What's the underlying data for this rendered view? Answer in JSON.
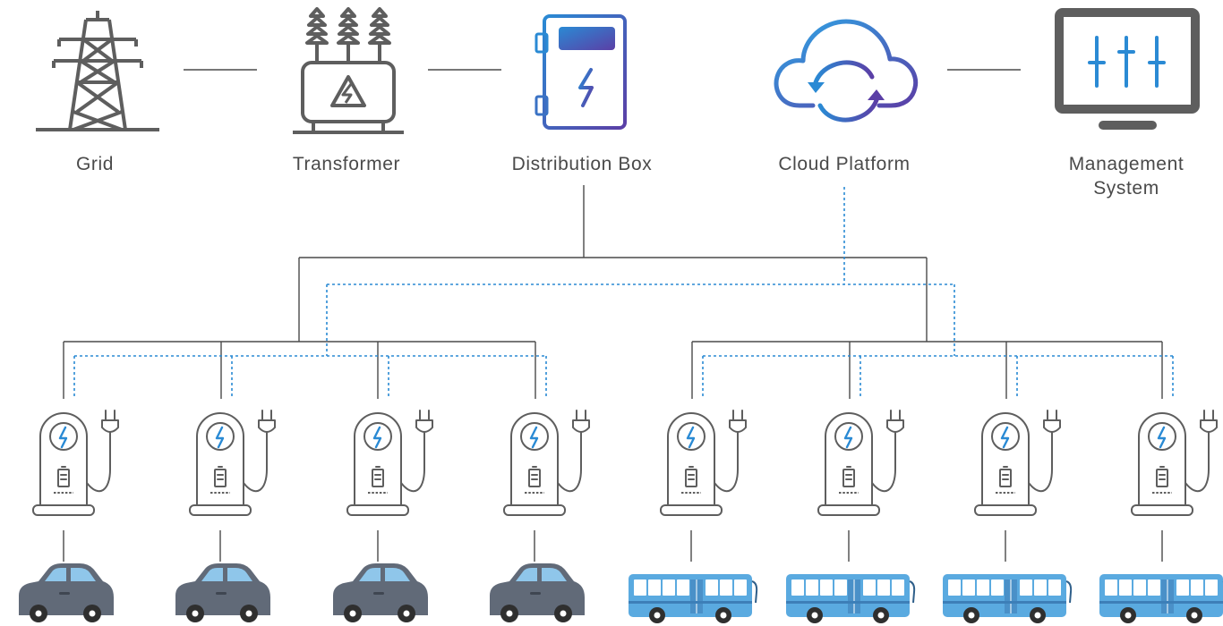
{
  "colors": {
    "line": "#4a4a4a",
    "data_line": "#2a8ad4",
    "blue": "#2a8ad4",
    "purple": "#5b3fa6",
    "icon_gray": "#5e5e5e",
    "car_body": "#616a78",
    "car_window": "#8fc6ea",
    "bus_body": "#5aaae0",
    "bus_window": "#ffffff",
    "wheel": "#2f2f2f"
  },
  "icons": {
    "grid": "power-tower-icon",
    "transformer": "transformer-icon",
    "distribution_box": "distribution-box-icon",
    "cloud": "cloud-sync-icon",
    "management": "monitor-sliders-icon",
    "charger": "ev-charger-icon",
    "car": "car-icon",
    "bus": "bus-icon"
  },
  "labels": {
    "grid": "Grid",
    "transformer": "Transformer",
    "distribution_box": "Distribution Box",
    "cloud_platform": "Cloud Platform",
    "management_line1": "Management",
    "management_line2": "System"
  },
  "chargers": [
    {
      "vehicle": "car"
    },
    {
      "vehicle": "car"
    },
    {
      "vehicle": "car"
    },
    {
      "vehicle": "car"
    },
    {
      "vehicle": "bus"
    },
    {
      "vehicle": "bus"
    },
    {
      "vehicle": "bus"
    },
    {
      "vehicle": "bus"
    }
  ]
}
